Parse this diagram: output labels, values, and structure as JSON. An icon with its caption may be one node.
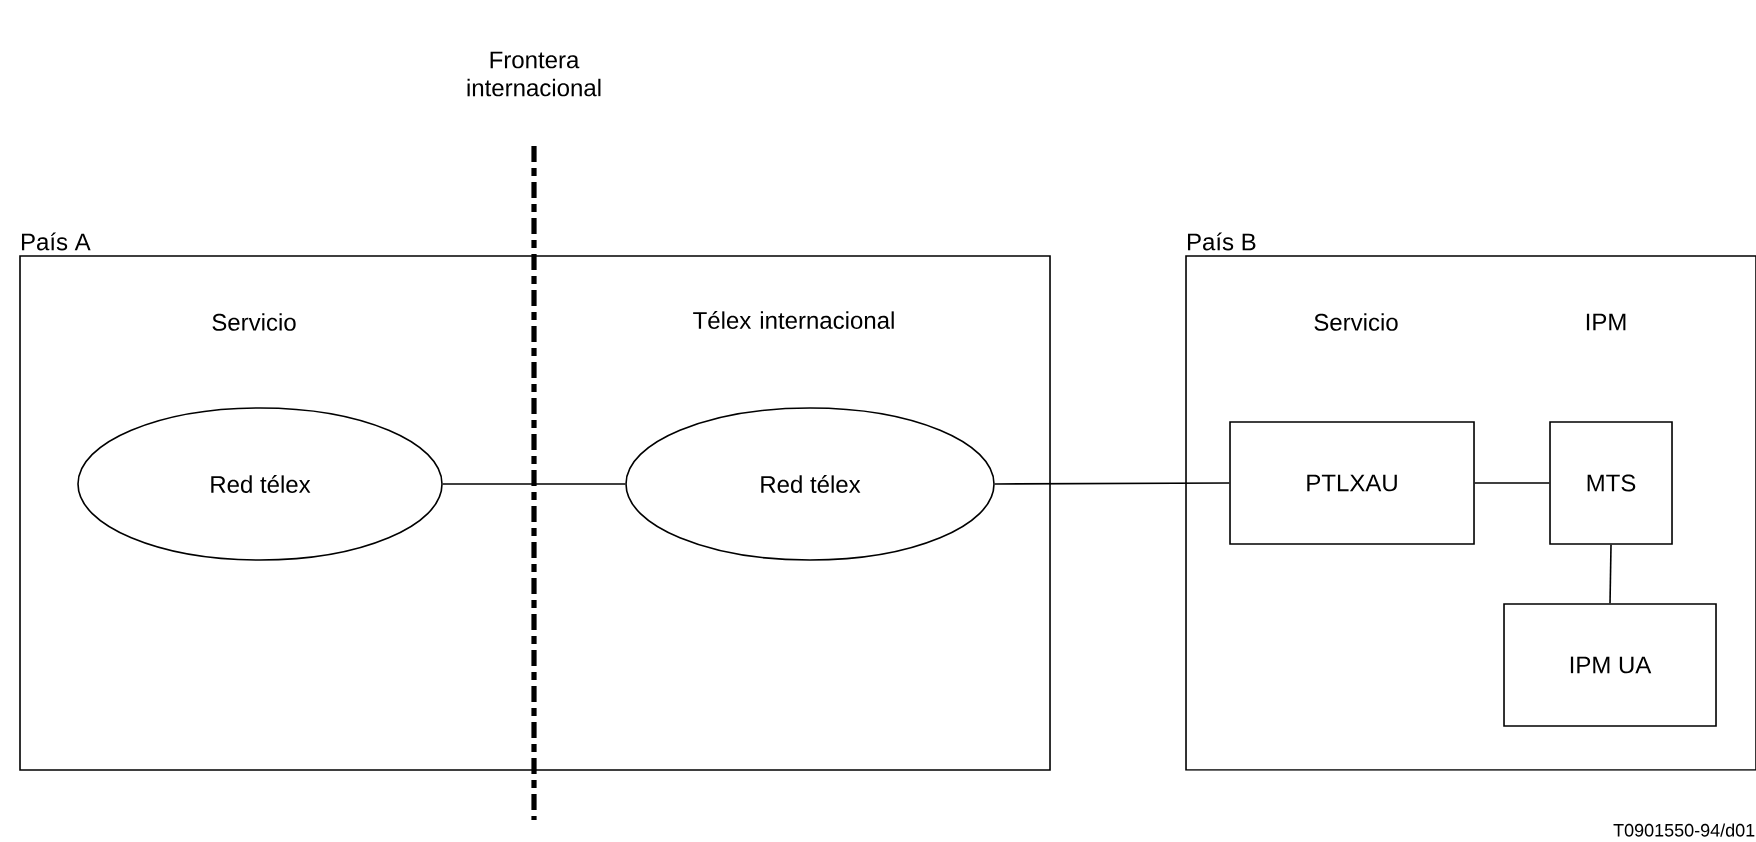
{
  "diagram": {
    "nodes": [
      {
        "text": [
          "País A"
        ]
      },
      {
        "text": [
          "Red télex"
        ],
        "in": 0
      },
      {
        "text": [
          "Red télex"
        ],
        "in": 0
      },
      {
        "text": [
          "País B"
        ]
      },
      {
        "text": [
          "PTLXAU"
        ],
        "in": 3
      },
      {
        "text": [
          "MTS"
        ],
        "in": 3
      },
      {
        "text": [
          "IPM UA"
        ],
        "in": 3
      }
    ],
    "edges": [
      {
        "from": 1,
        "to": 2,
        "arrow": "none"
      },
      {
        "from": 2,
        "to": 4,
        "arrow": "none"
      },
      {
        "from": 4,
        "to": 5,
        "arrow": "none"
      },
      {
        "from": 5,
        "to": 6,
        "arrow": "none"
      }
    ],
    "labels": [
      "Frontera internacional",
      "Servicio",
      "Télex internacional",
      "Servicio",
      "IPM",
      "T0901550-94/d01"
    ]
  }
}
